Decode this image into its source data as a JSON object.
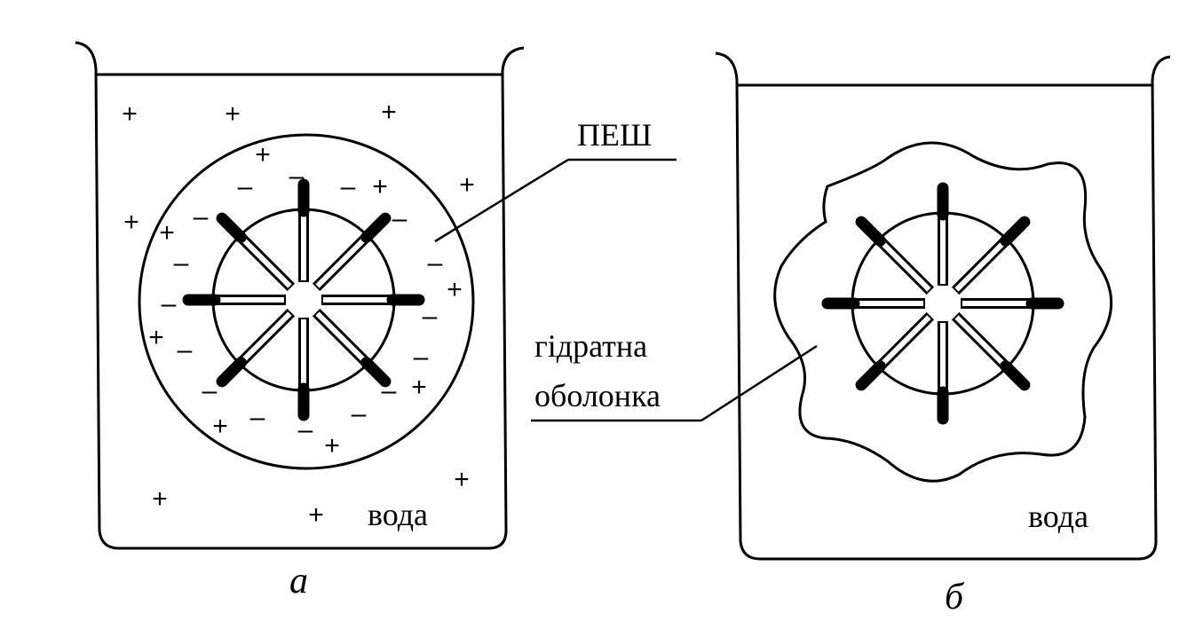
{
  "labels": {
    "pesh": "ПЕШ",
    "hydrate_line1": "гідратна",
    "hydrate_line2": "оболонка",
    "water_a": "вода",
    "water_b": "вода",
    "caption_a": "а",
    "caption_b": "б"
  },
  "charge_signs": {
    "plus": "+",
    "minus": "–"
  }
}
